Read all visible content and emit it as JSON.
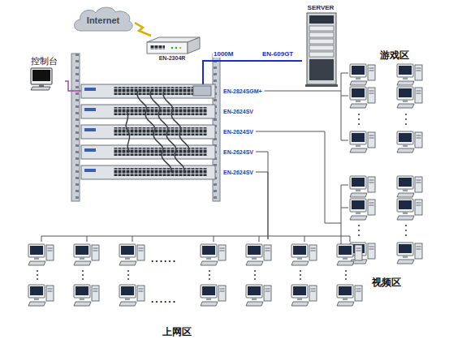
{
  "diagram": {
    "nodes": [
      {
        "text": [
          "Internet"
        ]
      },
      {
        "text": [
          "EN-2304R"
        ]
      },
      {
        "text": [
          "SERVER"
        ]
      },
      {
        "text": [
          "控制台"
        ]
      },
      {
        "text": [
          "EN-2824SGM+"
        ]
      },
      {
        "text": [
          "EN-2624SV"
        ]
      },
      {
        "text": [
          "EN-2624SV"
        ]
      },
      {
        "text": [
          "EN-2624SV"
        ]
      },
      {
        "text": [
          "EN-2624SV"
        ]
      },
      {
        "text": [
          "游戏区"
        ]
      },
      {
        "text": [
          "视频区"
        ]
      },
      {
        "text": [
          "上网区"
        ]
      }
    ],
    "edges": [
      {
        "from": 0,
        "to": 1,
        "arrow": "none"
      },
      {
        "from": 2,
        "to": 4,
        "label": "1000M",
        "arrow": "none"
      },
      {
        "from": 3,
        "to": 4,
        "arrow": "none"
      },
      {
        "from": 4,
        "to": 9,
        "arrow": "none"
      },
      {
        "from": 6,
        "to": 10,
        "arrow": "none"
      },
      {
        "from": 7,
        "to": 11,
        "arrow": "none"
      },
      {
        "from": 8,
        "to": 11,
        "arrow": "none"
      }
    ],
    "labels": [
      "EN-609GT",
      "......",
      "......"
    ]
  }
}
